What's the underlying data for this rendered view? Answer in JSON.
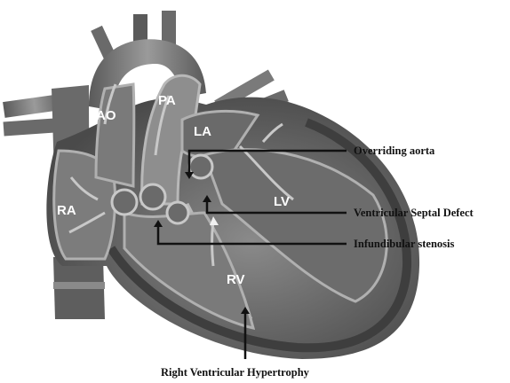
{
  "chambers": {
    "ao": "AO",
    "pa": "PA",
    "la": "LA",
    "ra": "RA",
    "lv": "LV",
    "rv": "RV"
  },
  "callouts": {
    "overriding_aorta": "Overriding aorta",
    "vsd": "Ventricular Septal Defect",
    "infundibular": "Infundibular stenosis",
    "rvh": "Right Ventricular Hypertrophy"
  },
  "colors": {
    "body": "#6e6e6e",
    "dark": "#3a3a3a",
    "light": "#a8a8a8",
    "vessel": "#7d7d7d",
    "line": "#111111"
  }
}
